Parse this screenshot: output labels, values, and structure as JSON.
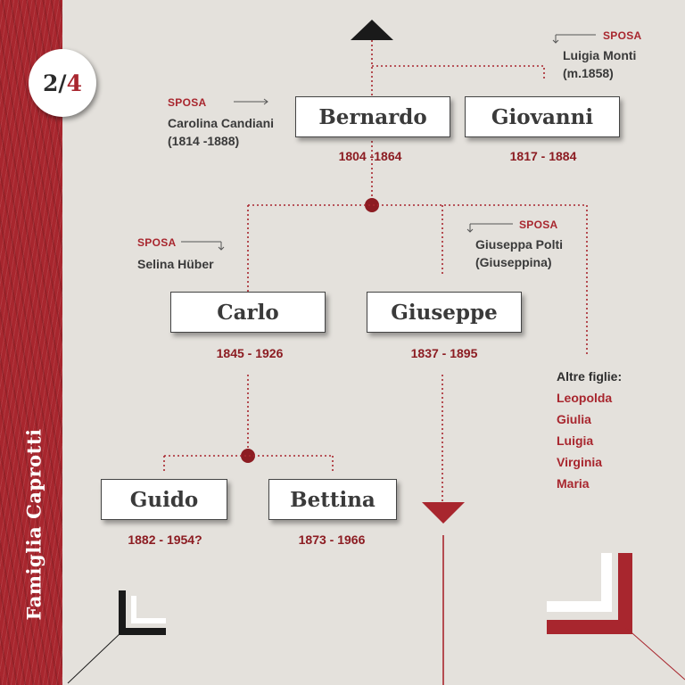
{
  "sidebar": {
    "title": "Famiglia  Caprotti"
  },
  "page_indicator": {
    "current": "2",
    "separator": "/",
    "total": "4"
  },
  "labels": {
    "spouse": "SPOSA"
  },
  "people": {
    "bernardo": {
      "name": "Bernardo",
      "dates": "1804 -1864"
    },
    "giovanni": {
      "name": "Giovanni",
      "dates": "1817 - 1884"
    },
    "carlo": {
      "name": "Carlo",
      "dates": "1845 - 1926"
    },
    "giuseppe": {
      "name": "Giuseppe",
      "dates": "1837 - 1895"
    },
    "guido": {
      "name": "Guido",
      "dates": "1882 - 1954?"
    },
    "bettina": {
      "name": "Bettina",
      "dates": "1873 - 1966"
    }
  },
  "spouses": {
    "bernardo": {
      "line1": "Carolina Candiani",
      "line2": "(1814 -1888)"
    },
    "giovanni": {
      "line1": "Luigia Monti",
      "line2": "(m.1858)"
    },
    "carlo": {
      "line1": "Selina Hüber"
    },
    "giuseppe": {
      "line1": "Giuseppa Polti",
      "line2": "(Giuseppina)"
    }
  },
  "other_daughters": {
    "title": "Altre figlie:",
    "items": [
      "Leopolda",
      "Giulia",
      "Luigia",
      "Virginia",
      "Maria"
    ]
  },
  "colors": {
    "accent": "#a8262e",
    "dark": "#1a1a1a",
    "paper": "#e4e1dc"
  }
}
